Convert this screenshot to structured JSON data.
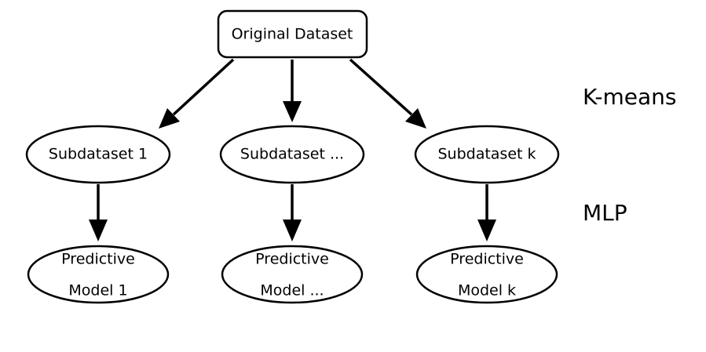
{
  "root": {
    "label": "Original Dataset"
  },
  "subdatasets": [
    {
      "label": "Subdataset 1"
    },
    {
      "label": "Subdataset ..."
    },
    {
      "label": "Subdataset k"
    }
  ],
  "models": [
    {
      "line1": "Predictive",
      "line2": "Model 1"
    },
    {
      "line1": "Predictive",
      "line2": "Model ..."
    },
    {
      "line1": "Predictive",
      "line2": "Model k"
    }
  ],
  "stages": {
    "clustering": "K-means",
    "modeling": "MLP"
  }
}
